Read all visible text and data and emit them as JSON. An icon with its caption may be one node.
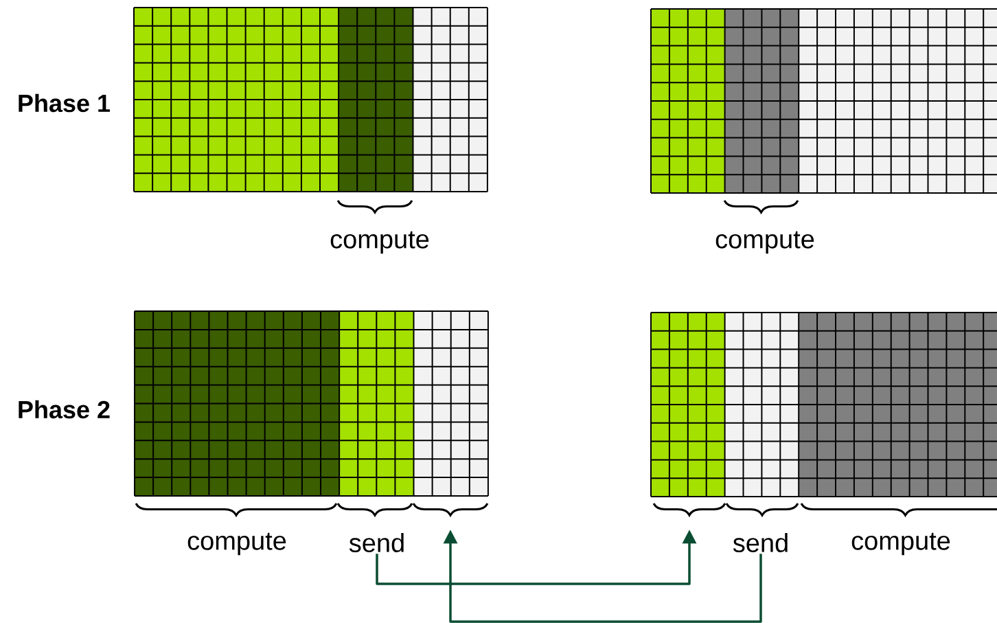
{
  "diagram": {
    "nodes": [
      {
        "text": [
          "send"
        ]
      },
      {
        "text": [],
        "shape": "brace"
      },
      {
        "text": [],
        "shape": "brace"
      },
      {
        "text": [
          "send"
        ]
      }
    ],
    "edges": [
      {
        "from": 0,
        "to": 2,
        "arrow": "to"
      },
      {
        "from": 3,
        "to": 1,
        "arrow": "to"
      }
    ],
    "labels": [
      "Phase 1",
      "compute",
      "compute",
      "Phase 2",
      "compute",
      "compute"
    ]
  }
}
